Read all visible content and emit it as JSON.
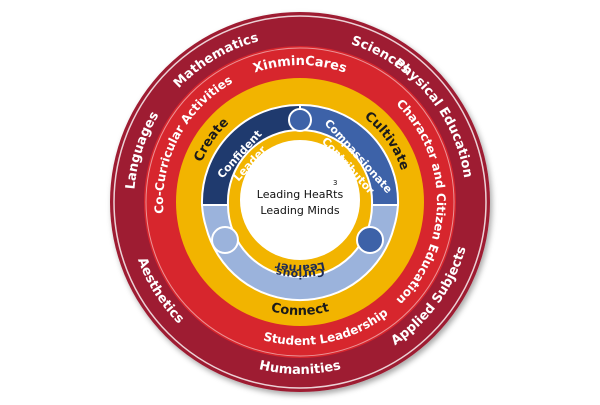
{
  "rings": {
    "outer": {
      "color": "#9e1b32",
      "labels": [
        "Mathematics",
        "Sciences",
        "Physical Education",
        "Aesthetics",
        "Humanities",
        "Applied Subjects",
        "Languages"
      ]
    },
    "second": {
      "color": "#d7262d",
      "labels": [
        "XinminCares",
        "Character and Citizen Education",
        "Student Leadership",
        "Co-Curricular Activities"
      ]
    },
    "third": {
      "color": "#f2b400",
      "labels": [
        "Create",
        "Cultivate",
        "Connect"
      ]
    }
  },
  "pieces": {
    "confident": {
      "label_line1": "Confident",
      "label_line2": "Leader",
      "color": "#1f3a6e"
    },
    "compassionate": {
      "label_line1": "Compassionate",
      "label_line2": "Contributor",
      "color": "#3d62a8"
    },
    "curious": {
      "label_line1": "Curious",
      "label_line2": "Learner",
      "color": "#9bb3dc"
    }
  },
  "center": {
    "line1": "Leading HeaRts",
    "superscript": "3",
    "line2": "Leading Minds"
  }
}
